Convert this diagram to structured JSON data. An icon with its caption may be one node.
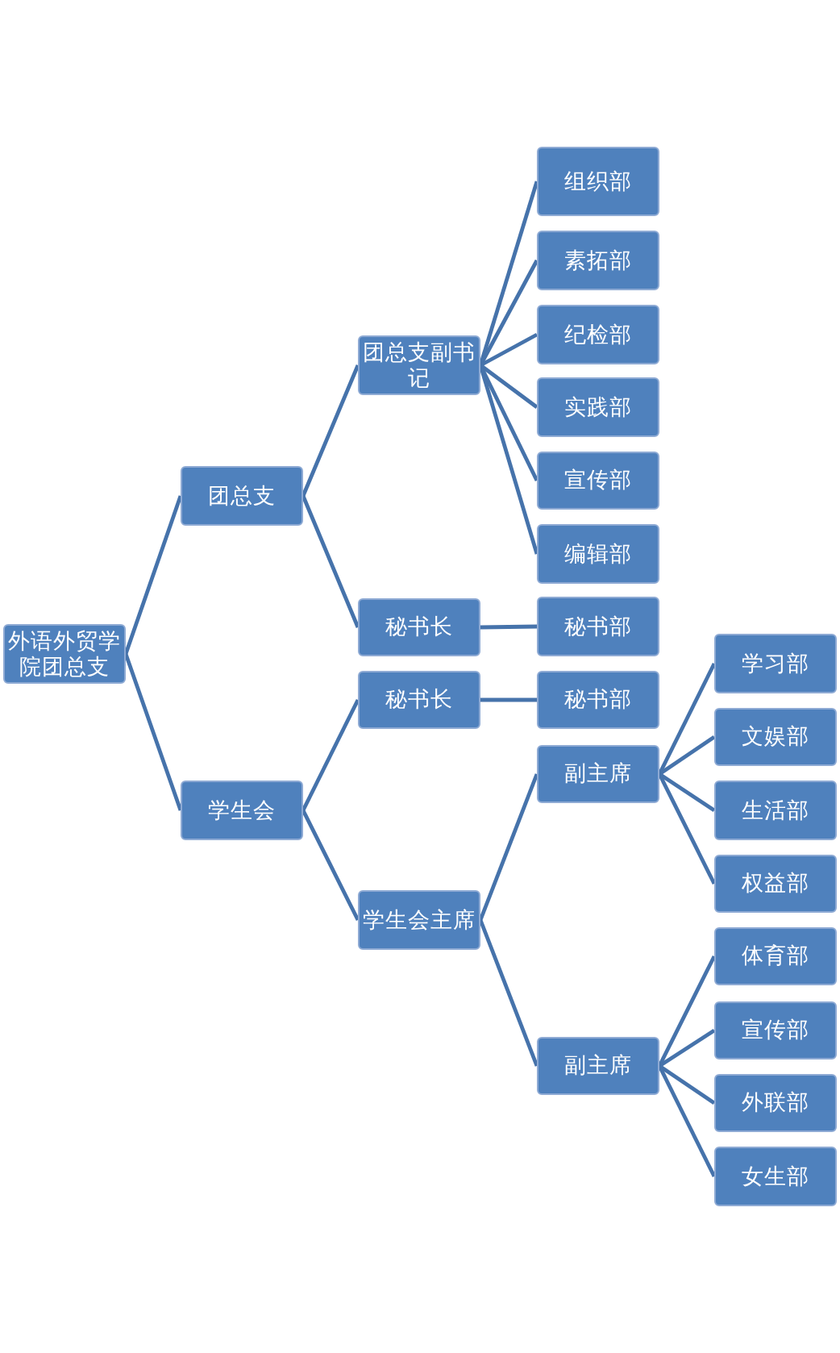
{
  "diagram": {
    "nodes": [
      {
        "text": [
          "外语外贸学院团总支"
        ]
      },
      {
        "text": [
          "团总支"
        ]
      },
      {
        "text": [
          "团总支副书记"
        ]
      },
      {
        "text": [
          "组织部"
        ]
      },
      {
        "text": [
          "素拓部"
        ]
      },
      {
        "text": [
          "纪检部"
        ]
      },
      {
        "text": [
          "实践部"
        ]
      },
      {
        "text": [
          "宣传部"
        ]
      },
      {
        "text": [
          "编辑部"
        ]
      },
      {
        "text": [
          "秘书长"
        ]
      },
      {
        "text": [
          "秘书部"
        ]
      },
      {
        "text": [
          "学生会"
        ]
      },
      {
        "text": [
          "秘书长"
        ]
      },
      {
        "text": [
          "秘书部"
        ]
      },
      {
        "text": [
          "学生会主席"
        ]
      },
      {
        "text": [
          "副主席"
        ]
      },
      {
        "text": [
          "学习部"
        ]
      },
      {
        "text": [
          "文娱部"
        ]
      },
      {
        "text": [
          "生活部"
        ]
      },
      {
        "text": [
          "权益部"
        ]
      },
      {
        "text": [
          "副主席"
        ]
      },
      {
        "text": [
          "体育部"
        ]
      },
      {
        "text": [
          "宣传部"
        ]
      },
      {
        "text": [
          "外联部"
        ]
      },
      {
        "text": [
          "女生部"
        ]
      }
    ],
    "edges": [
      {
        "from": 0,
        "to": 1,
        "arrow": "none"
      },
      {
        "from": 1,
        "to": 2,
        "arrow": "none"
      },
      {
        "from": 2,
        "to": 3,
        "arrow": "none"
      },
      {
        "from": 2,
        "to": 4,
        "arrow": "none"
      },
      {
        "from": 2,
        "to": 5,
        "arrow": "none"
      },
      {
        "from": 2,
        "to": 6,
        "arrow": "none"
      },
      {
        "from": 2,
        "to": 7,
        "arrow": "none"
      },
      {
        "from": 2,
        "to": 8,
        "arrow": "none"
      },
      {
        "from": 1,
        "to": 9,
        "arrow": "none"
      },
      {
        "from": 9,
        "to": 10,
        "arrow": "none"
      },
      {
        "from": 0,
        "to": 11,
        "arrow": "none"
      },
      {
        "from": 11,
        "to": 12,
        "arrow": "none"
      },
      {
        "from": 12,
        "to": 13,
        "arrow": "none"
      },
      {
        "from": 11,
        "to": 14,
        "arrow": "none"
      },
      {
        "from": 14,
        "to": 15,
        "arrow": "none"
      },
      {
        "from": 15,
        "to": 16,
        "arrow": "none"
      },
      {
        "from": 15,
        "to": 17,
        "arrow": "none"
      },
      {
        "from": 15,
        "to": 18,
        "arrow": "none"
      },
      {
        "from": 15,
        "to": 19,
        "arrow": "none"
      },
      {
        "from": 14,
        "to": 20,
        "arrow": "none"
      },
      {
        "from": 20,
        "to": 21,
        "arrow": "none"
      },
      {
        "from": 20,
        "to": 22,
        "arrow": "none"
      },
      {
        "from": 20,
        "to": 23,
        "arrow": "none"
      },
      {
        "from": 20,
        "to": 24,
        "arrow": "none"
      }
    ]
  }
}
